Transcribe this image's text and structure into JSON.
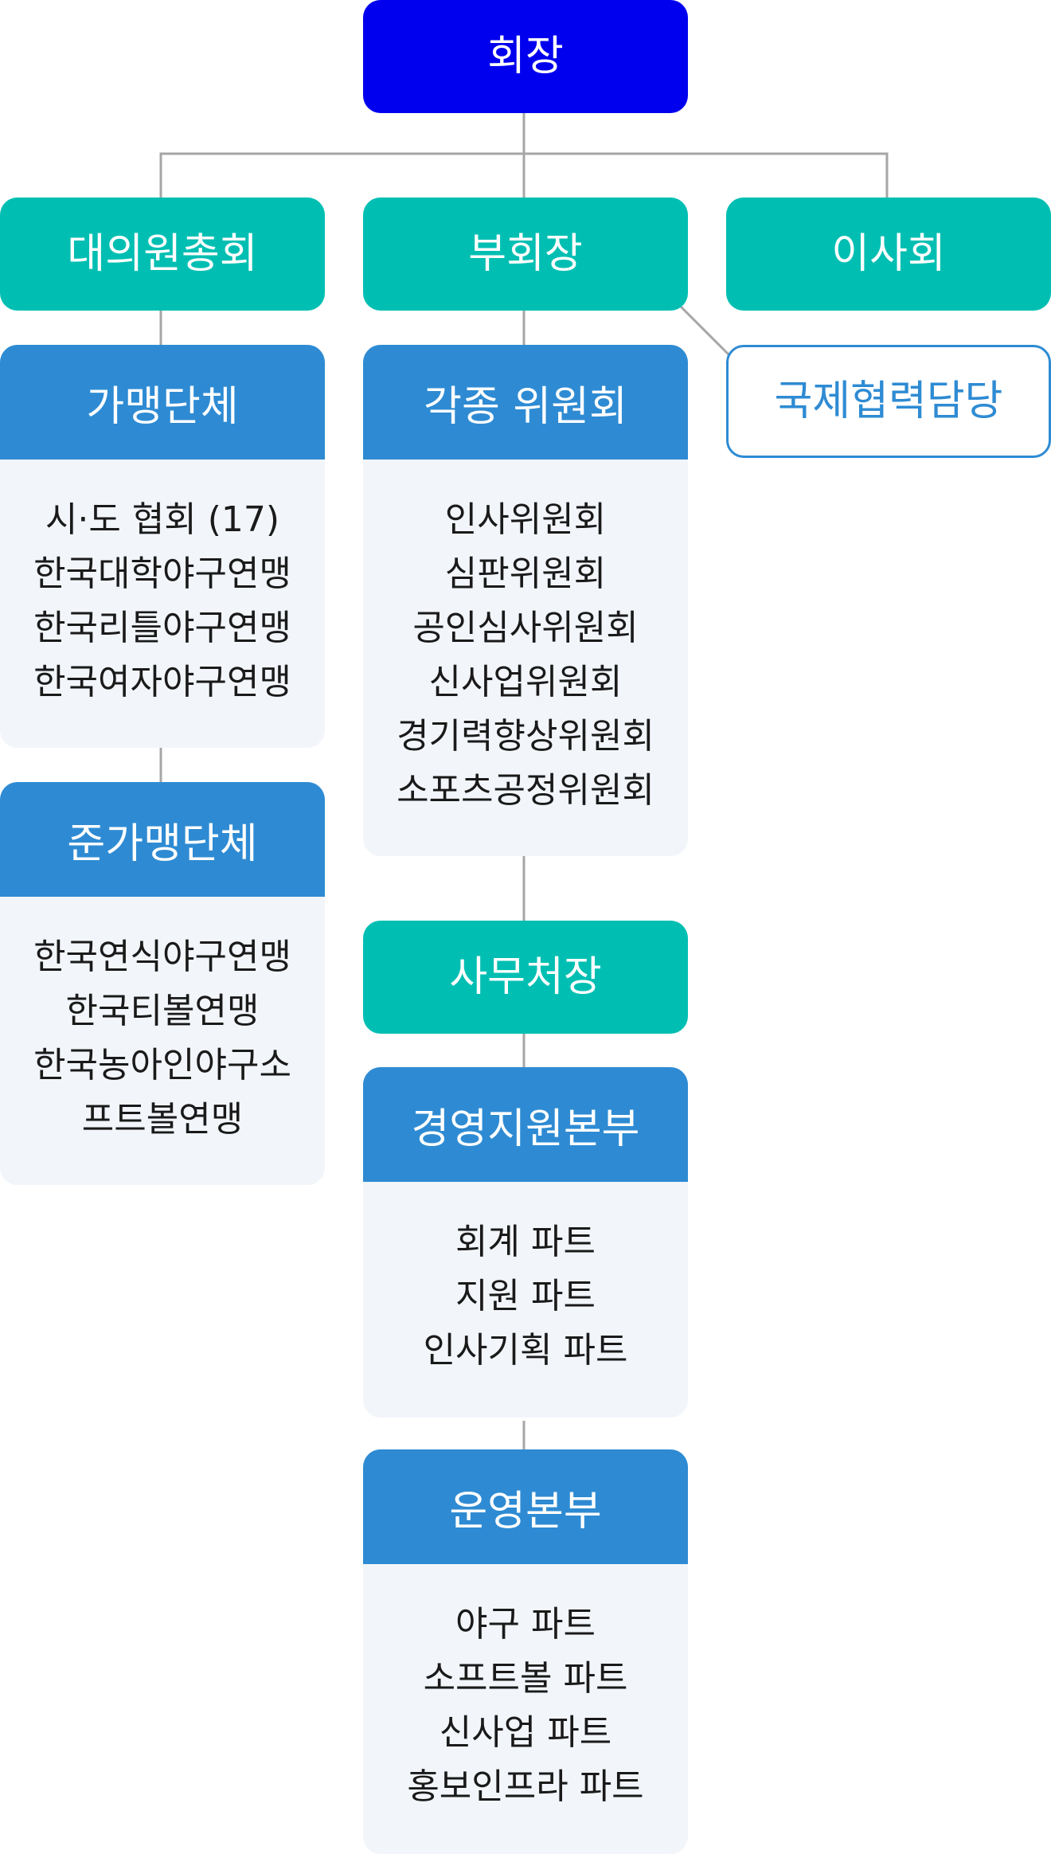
{
  "chart": {
    "president": "회장",
    "general_assembly": "대의원총회",
    "vice_president": "부회장",
    "board": "이사회",
    "international": "국제협력담당",
    "member_orgs": {
      "title": "가맹단체",
      "items": [
        "시·도 협회 (17)",
        "한국대학야구연맹",
        "한국리틀야구연맹",
        "한국여자야구연맹"
      ]
    },
    "associate_orgs": {
      "title": "준가맹단체",
      "items": [
        "한국연식야구연맹",
        "한국티볼연맹",
        "한국농아인야구소",
        "프트볼연맹"
      ]
    },
    "committees": {
      "title": "각종 위원회",
      "items": [
        "인사위원회",
        "심판위원회",
        "공인심사위원회",
        "신사업위원회",
        "경기력향상위원회",
        "소포츠공정위원회"
      ]
    },
    "secretary_general": "사무처장",
    "management_hq": {
      "title": "경영지원본부",
      "items": [
        "회계 파트",
        "지원 파트",
        "인사기획 파트"
      ]
    },
    "operations_hq": {
      "title": "운영본부",
      "items": [
        "야구 파트",
        "소프트볼 파트",
        "신사업 파트",
        "홍보인프라 파트"
      ]
    }
  },
  "colors": {
    "president_bg": "#0000ee",
    "teal": "#00bfb2",
    "group_header": "#2e8bd3",
    "group_body": "#f2f5fa",
    "connector": "#a6a6a6"
  }
}
